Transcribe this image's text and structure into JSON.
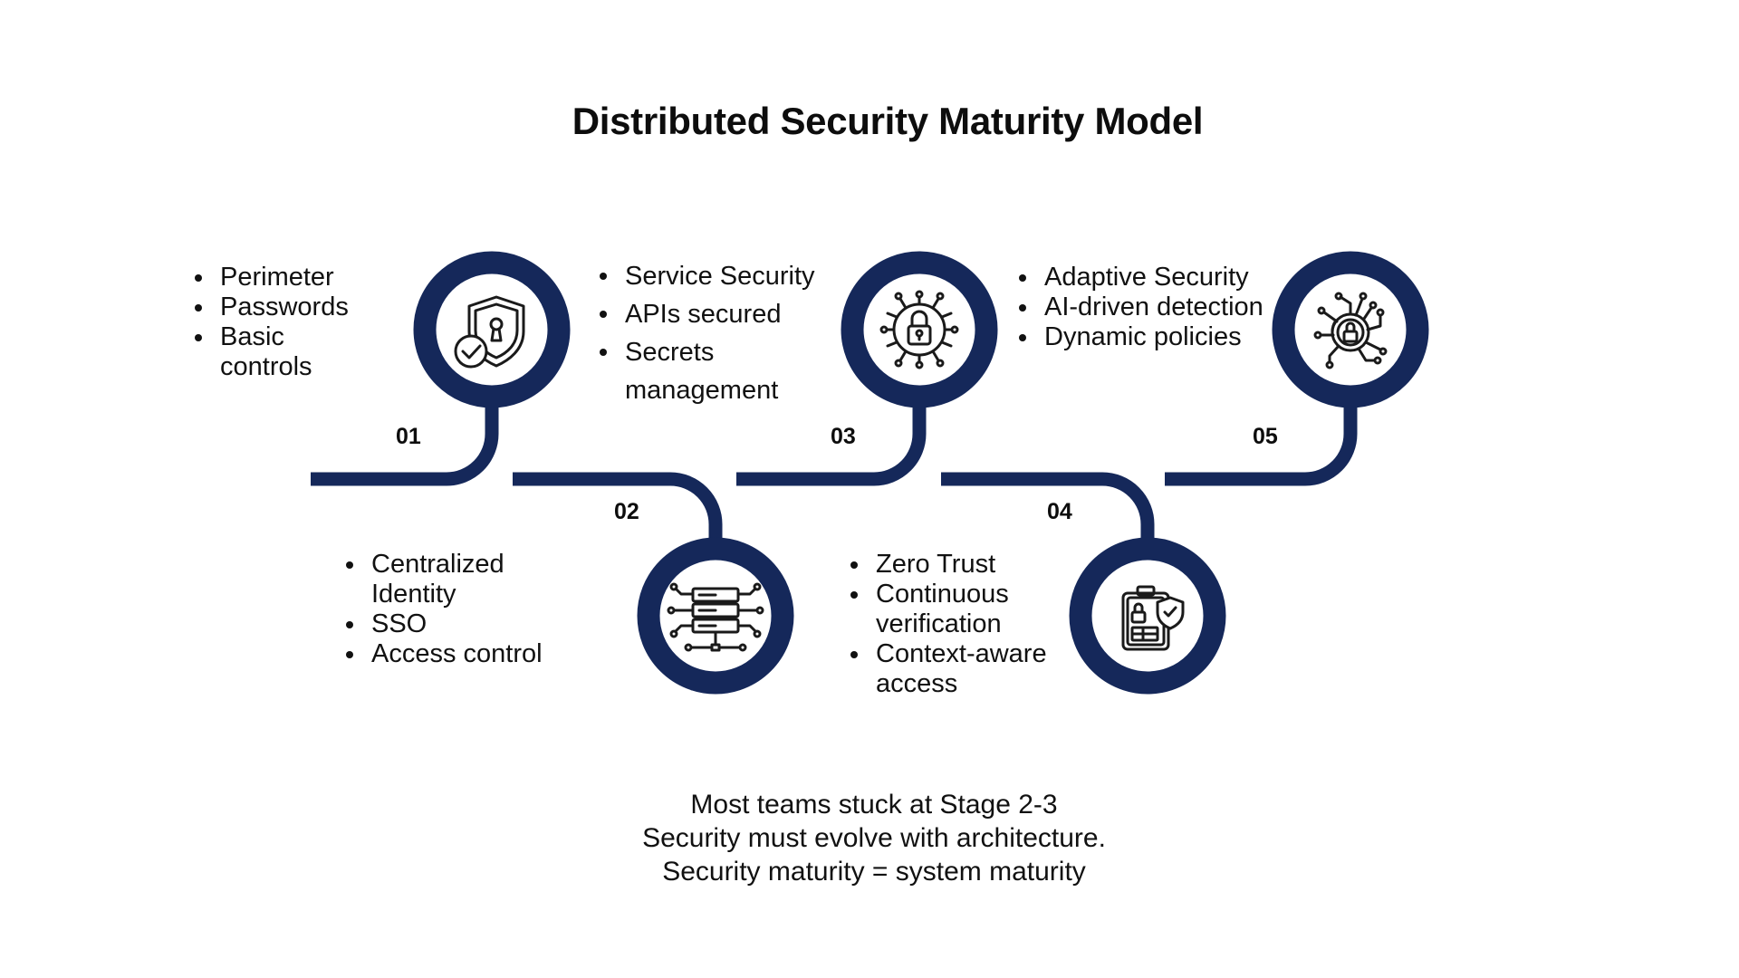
{
  "title": "Distributed Security Maturity Model",
  "colors": {
    "navy": "#15285a",
    "text": "#111111",
    "background": "#ffffff"
  },
  "stages": [
    {
      "number": "01",
      "icon": "shield-keyhole-check-icon",
      "bullets": [
        "Perimeter",
        "Passwords",
        "Basic controls"
      ]
    },
    {
      "number": "02",
      "icon": "server-network-icon",
      "bullets": [
        "Centralized Identity",
        "SSO",
        "Access control"
      ]
    },
    {
      "number": "03",
      "icon": "circuit-lock-icon",
      "bullets": [
        "Service Security",
        "APIs secured",
        "Secrets management"
      ]
    },
    {
      "number": "04",
      "icon": "clipboard-lock-shield-icon",
      "bullets": [
        "Zero Trust",
        "Continuous verification",
        "Context-aware access"
      ]
    },
    {
      "number": "05",
      "icon": "digital-lock-icon",
      "bullets": [
        "Adaptive Security",
        "AI-driven detection",
        "Dynamic policies"
      ]
    }
  ],
  "footer": {
    "line1": "Most teams stuck at Stage 2-3",
    "line2": "Security must evolve with architecture.",
    "line3": "Security maturity = system maturity"
  }
}
